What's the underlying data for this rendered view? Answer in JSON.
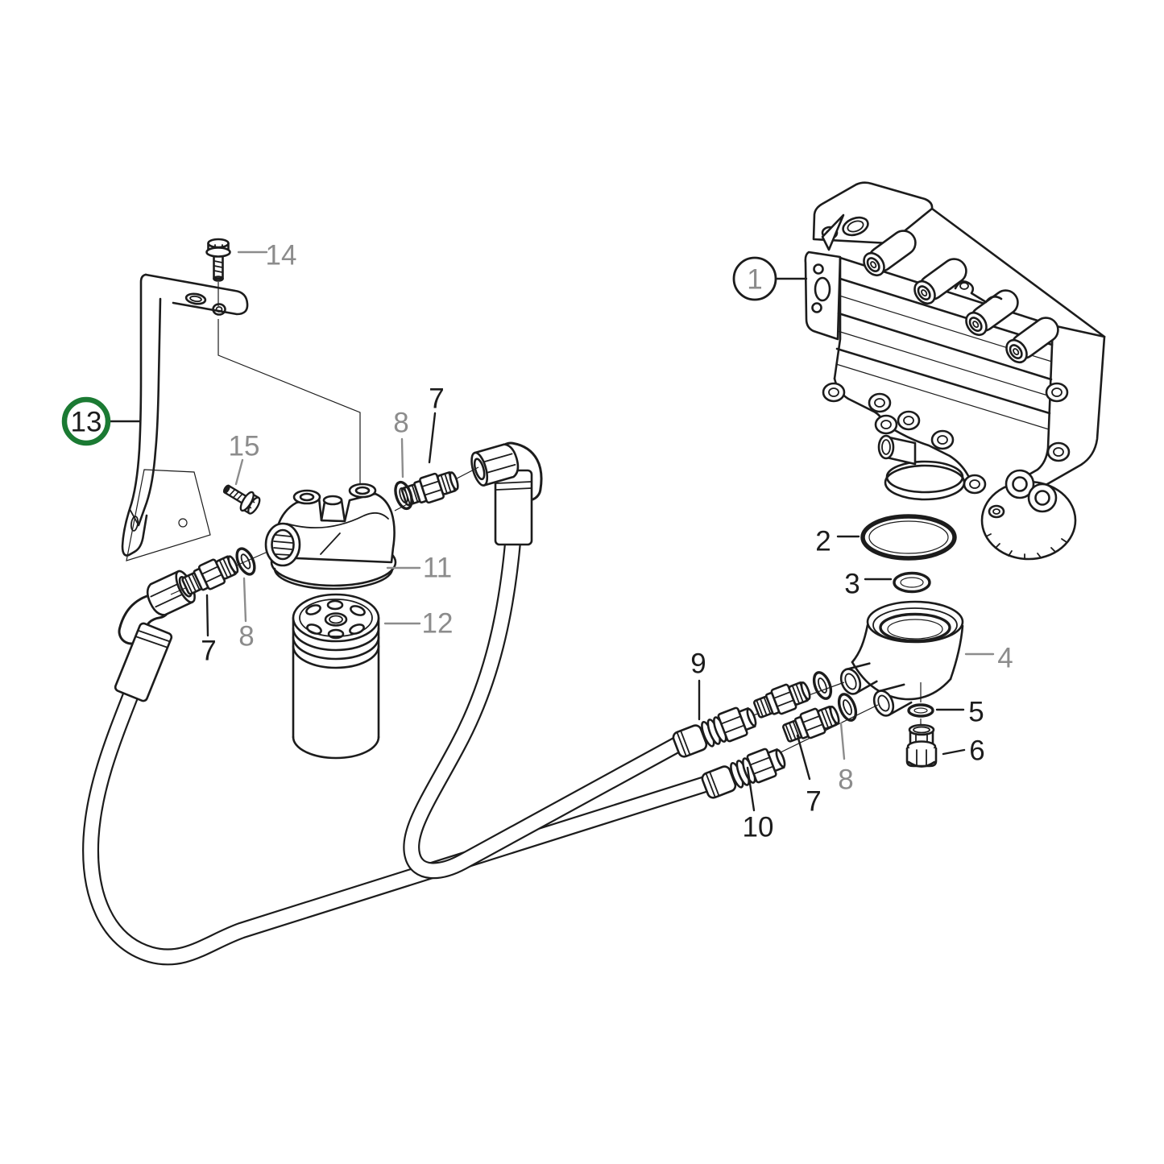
{
  "diagram": {
    "type": "exploded-parts-diagram",
    "background": "#ffffff",
    "line_color": "#1c1c1c",
    "label_gray_color": "#8c8c8c",
    "highlight_green_color": "#1b7a33",
    "callouts": {
      "c1": {
        "label": "1"
      },
      "c2": {
        "label": "2"
      },
      "c3": {
        "label": "3"
      },
      "c4": {
        "label": "4"
      },
      "c5": {
        "label": "5"
      },
      "c6": {
        "label": "6"
      },
      "c7_top": {
        "label": "7"
      },
      "c7_left": {
        "label": "7"
      },
      "c7_right": {
        "label": "7"
      },
      "c8_top": {
        "label": "8"
      },
      "c8_left": {
        "label": "8"
      },
      "c8_right": {
        "label": "8"
      },
      "c9": {
        "label": "9"
      },
      "c10": {
        "label": "10"
      },
      "c11": {
        "label": "11"
      },
      "c12": {
        "label": "12"
      },
      "c13": {
        "label": "13"
      },
      "c14": {
        "label": "14"
      },
      "c15": {
        "label": "15"
      }
    }
  }
}
